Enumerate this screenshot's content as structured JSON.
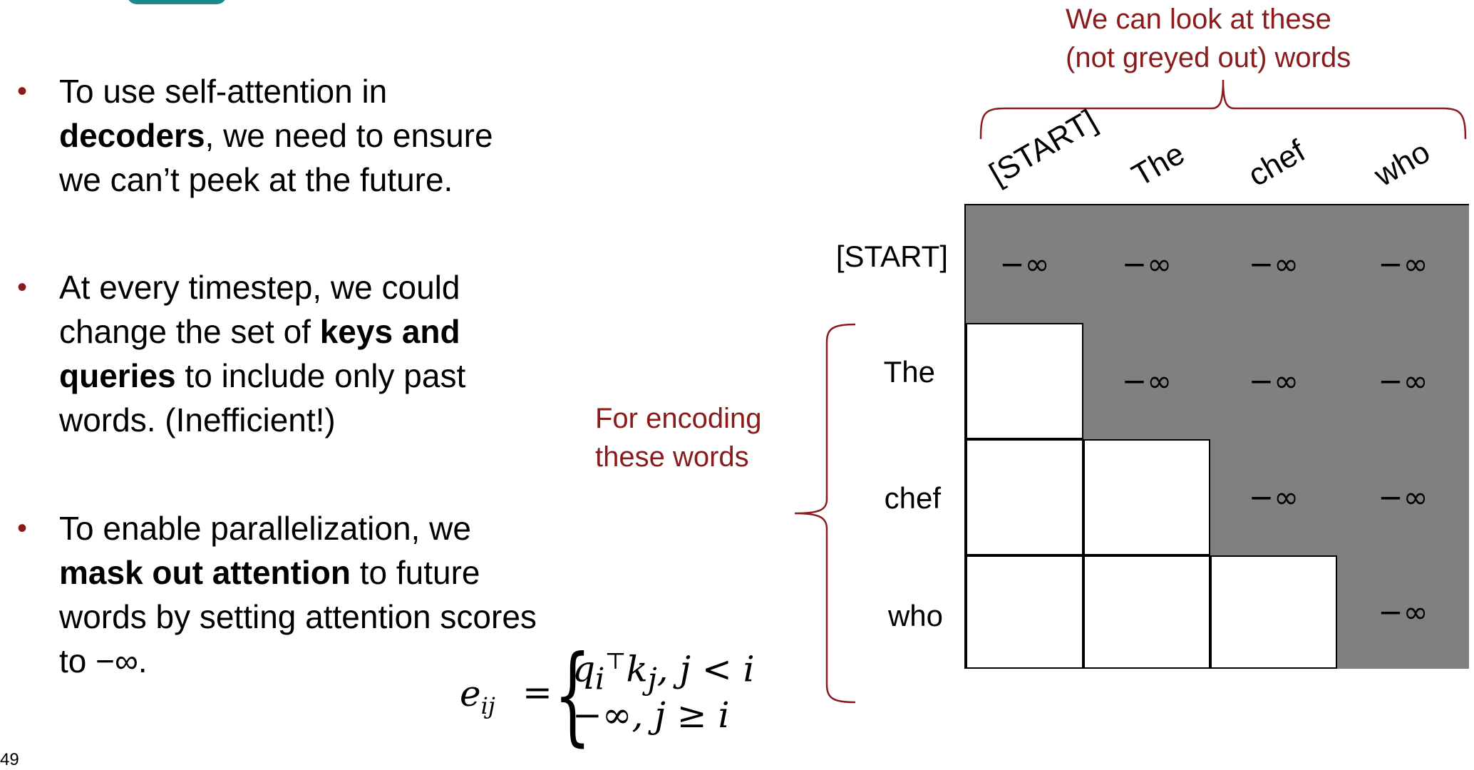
{
  "bullets": [
    {
      "parts": [
        "To use self-attention in ",
        "decoders",
        ", we need to ensure we can’t peek at the future."
      ]
    },
    {
      "parts": [
        "At every timestep, we could change the set of ",
        "keys and queries",
        " to include only past words. (Inefficient!)"
      ]
    },
    {
      "parts": [
        "To enable parallelization, we ",
        "mask out attention",
        " to future words by setting attention scores to −∞."
      ]
    }
  ],
  "page_number": "49",
  "formula": {
    "lhs": "e",
    "lhs_sub": "ij",
    "equals": "=",
    "case1": "q",
    "case1_sub": "i",
    "case1_sup": "⊤",
    "case1_rest": "k",
    "case1_rest_sub": "j",
    "case1_cond": ", j < i",
    "case2": "−∞, j ≥ i"
  },
  "annotations": {
    "top": [
      "We can look at these",
      "(not greyed out) words"
    ],
    "left": [
      "For encoding",
      "these words"
    ]
  },
  "columns": [
    "[START]",
    "The",
    "chef",
    "who"
  ],
  "rows": [
    "[START]",
    "The",
    "chef",
    "who"
  ],
  "mask_value": "−∞",
  "colors": {
    "accent": "#8b1a1a",
    "masked": "#808080"
  }
}
